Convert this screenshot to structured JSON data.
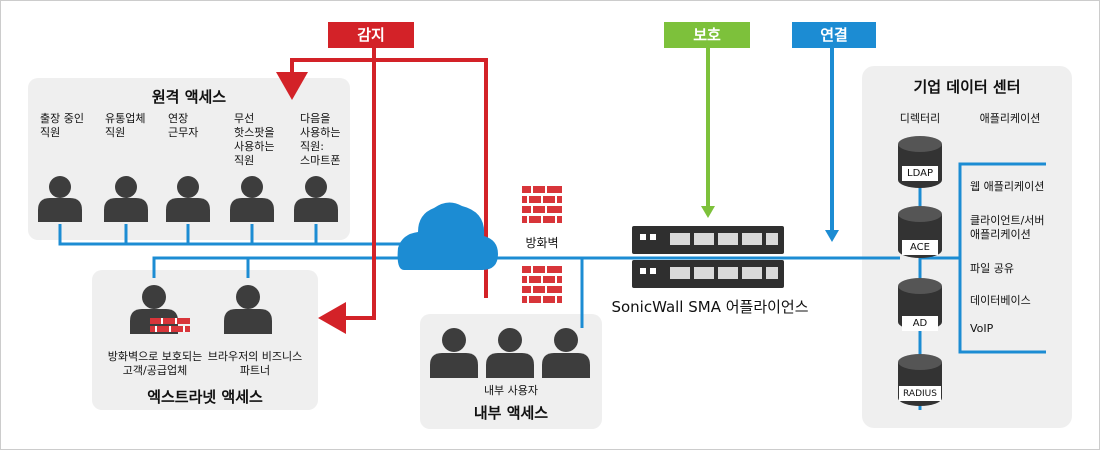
{
  "badges": {
    "monitor": "감지",
    "protect": "보호",
    "connect": "연결"
  },
  "colors": {
    "monitor_red": "#d32228",
    "protect_green": "#7dc13b",
    "connect_blue": "#1c8cd3",
    "user_icon": "#3d3d3d",
    "firewall_red": "#d8353a",
    "panel_bg": "#efefef"
  },
  "remote_access": {
    "title": "원격 액세스",
    "users": [
      "출장 중인\n직원",
      "유통업체\n직원",
      "연장\n근무자",
      "무선\n핫스팟을\n사용하는\n직원",
      "다음을\n사용하는\n직원:\n스마트폰"
    ]
  },
  "extranet_access": {
    "title": "엑스트라넷 액세스",
    "users": [
      "방화벽으로 보호되는\n고객/공급업체",
      "브라우저의 비즈니스\n파트너"
    ]
  },
  "internal_access": {
    "title": "내부 액세스",
    "caption": "내부 사용자"
  },
  "firewall_label": "방화벽",
  "appliance_label": "SonicWall SMA 어플라이언스",
  "datacenter": {
    "title": "기업 데이터 센터",
    "directory_header": "디렉터리",
    "apps_header": "애플리케이션",
    "directories": [
      "LDAP",
      "ACE",
      "AD",
      "RADIUS"
    ],
    "applications": [
      "웹 애플리케이션",
      "클라이언트/서버\n애플리케이션",
      "파일 공유",
      "데이터베이스",
      "VoIP"
    ]
  },
  "icons": [
    "user-icon",
    "cloud-icon",
    "firewall-icon",
    "database-icon",
    "arrow-icon",
    "appliance-icon"
  ]
}
